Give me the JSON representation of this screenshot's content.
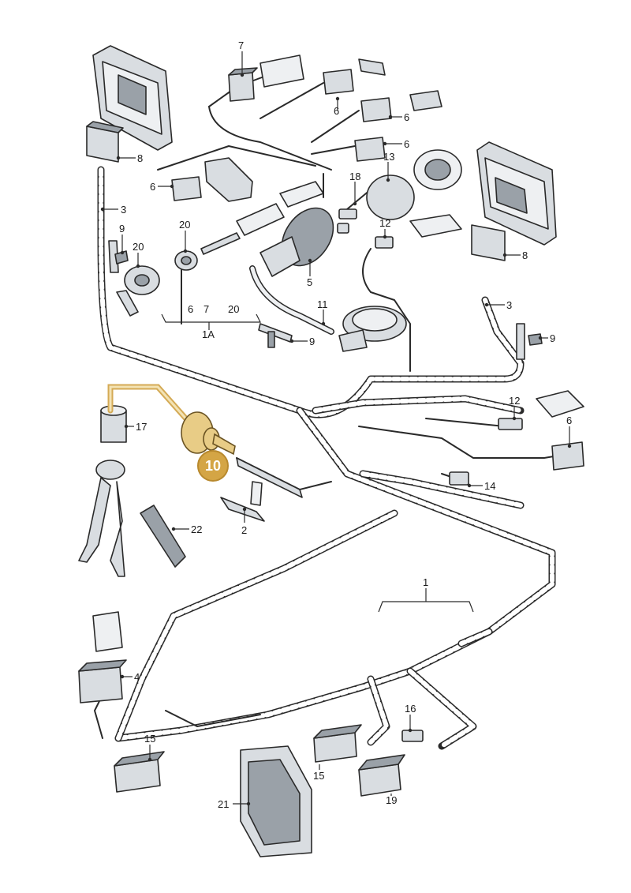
{
  "callouts": {
    "c1": "1",
    "c1a": "1A",
    "c2": "2",
    "c3a": "3",
    "c3b": "3",
    "c4": "4",
    "c5": "5",
    "c6a": "6",
    "c6b": "6",
    "c6c": "6",
    "c6d": "6",
    "c6e": "6",
    "c6f": "6",
    "c7a": "7",
    "c7b": "7",
    "c8a": "8",
    "c8b": "8",
    "c9a": "9",
    "c9b": "9",
    "c9c": "9",
    "c11": "11",
    "c12a": "12",
    "c12b": "12",
    "c13": "13",
    "c14": "14",
    "c15a": "15",
    "c15b": "15",
    "c16": "16",
    "c17": "17",
    "c18": "18",
    "c19": "19",
    "c20a": "20",
    "c20b": "20",
    "c20c": "20",
    "c21": "21",
    "c22": "22"
  },
  "highlight": {
    "badge_label": "10",
    "color": "#d4a545"
  },
  "colors": {
    "line": "#2a2a2a",
    "part_fill": "#d9dde1",
    "highlight": "#d4a545"
  }
}
